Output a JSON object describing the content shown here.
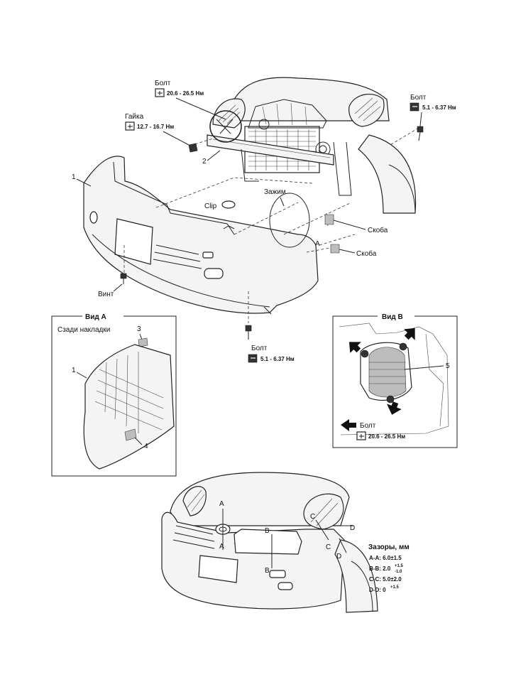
{
  "labels": {
    "bolt_top": "Болт",
    "torque_top": "20.6 - 26.5 Нм",
    "nut": "Гайка",
    "torque_nut": "12.7 - 16.7 Нм",
    "bolt_right": "Болт",
    "torque_right": "5.1 - 6.37 Нм",
    "part1": "1",
    "part2": "2",
    "clip": "Clip",
    "clamp": "Зажим",
    "bracket1": "Скоба",
    "bracket2": "Скоба",
    "marker_a": "A",
    "screw": "Винт",
    "bolt_bottom": "Болт",
    "torque_bottom": "5.1 - 6.37 Нм"
  },
  "view_a": {
    "title": "Вид A",
    "subtitle": "Сзади накладки",
    "part1": "1",
    "part3": "3",
    "part4": "4"
  },
  "view_b": {
    "title": "Вид B",
    "part5": "5",
    "bolt": "Болт",
    "torque": "20.6 - 26.5 Нм"
  },
  "gaps": {
    "title": "Зазоры, мм",
    "aa": "A-A: 6.0±1.5",
    "bb": "B-B: 2.0",
    "bb_sup": "+1.5",
    "bb_sub": "-1.0",
    "cc": "C-C: 5.0±2.0",
    "dd": "D-D: 0",
    "dd_sup": "+1.5",
    "mA1": "A",
    "mA2": "A",
    "mB1": "B",
    "mB2": "B",
    "mC1": "C",
    "mC2": "C",
    "mD1": "D",
    "mD2": "D"
  }
}
